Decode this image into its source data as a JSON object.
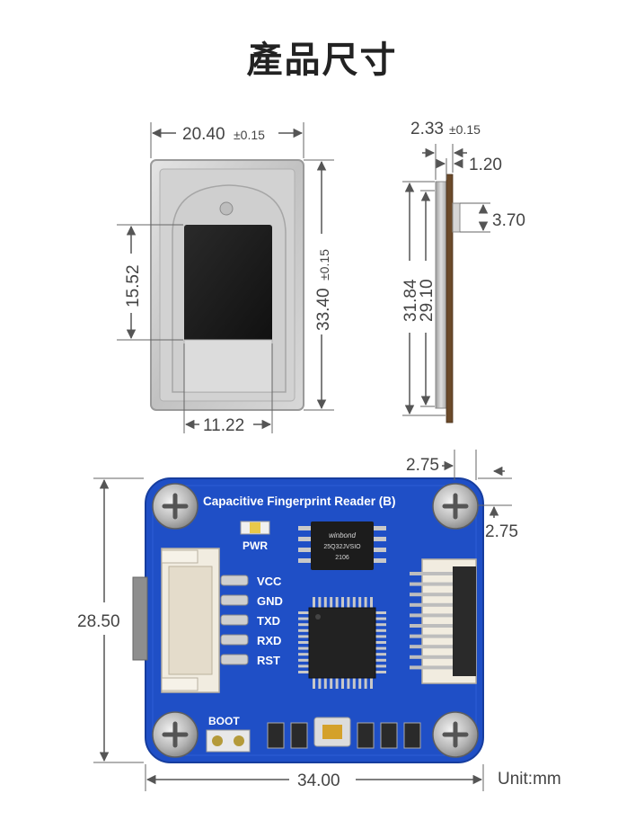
{
  "title": "產品尺寸",
  "top_view": {
    "width_value": "20.40",
    "width_tol": "±0.15",
    "height_value": "33.40",
    "height_tol": "±0.15",
    "window_height": "15.52",
    "window_width": "11.22"
  },
  "side_view": {
    "thickness_value": "2.33",
    "thickness_tol": "±0.15",
    "flex_thickness": "1.20",
    "connector_height": "3.70",
    "overall_height": "31.84",
    "body_height": "29.10"
  },
  "board": {
    "name": "Capacitive Fingerprint Reader (B)",
    "labels": {
      "pwr": "PWR",
      "boot": "BOOT"
    },
    "pins": [
      "VCC",
      "GND",
      "TXD",
      "RXD",
      "RST"
    ],
    "flash_chip": [
      "winbond",
      "25Q32JVSIO",
      "2106"
    ],
    "dims": {
      "hole_offset_x": "2.75",
      "hole_offset_y": "2.75",
      "height": "28.50",
      "width": "34.00"
    },
    "unit": "Unit:mm"
  },
  "colors": {
    "pcb": "#1f4fc6",
    "pcb_dark": "#163d9e",
    "metal": "#c8c8c8",
    "sensor": "#1c1c1c",
    "dim_line": "#555555"
  }
}
